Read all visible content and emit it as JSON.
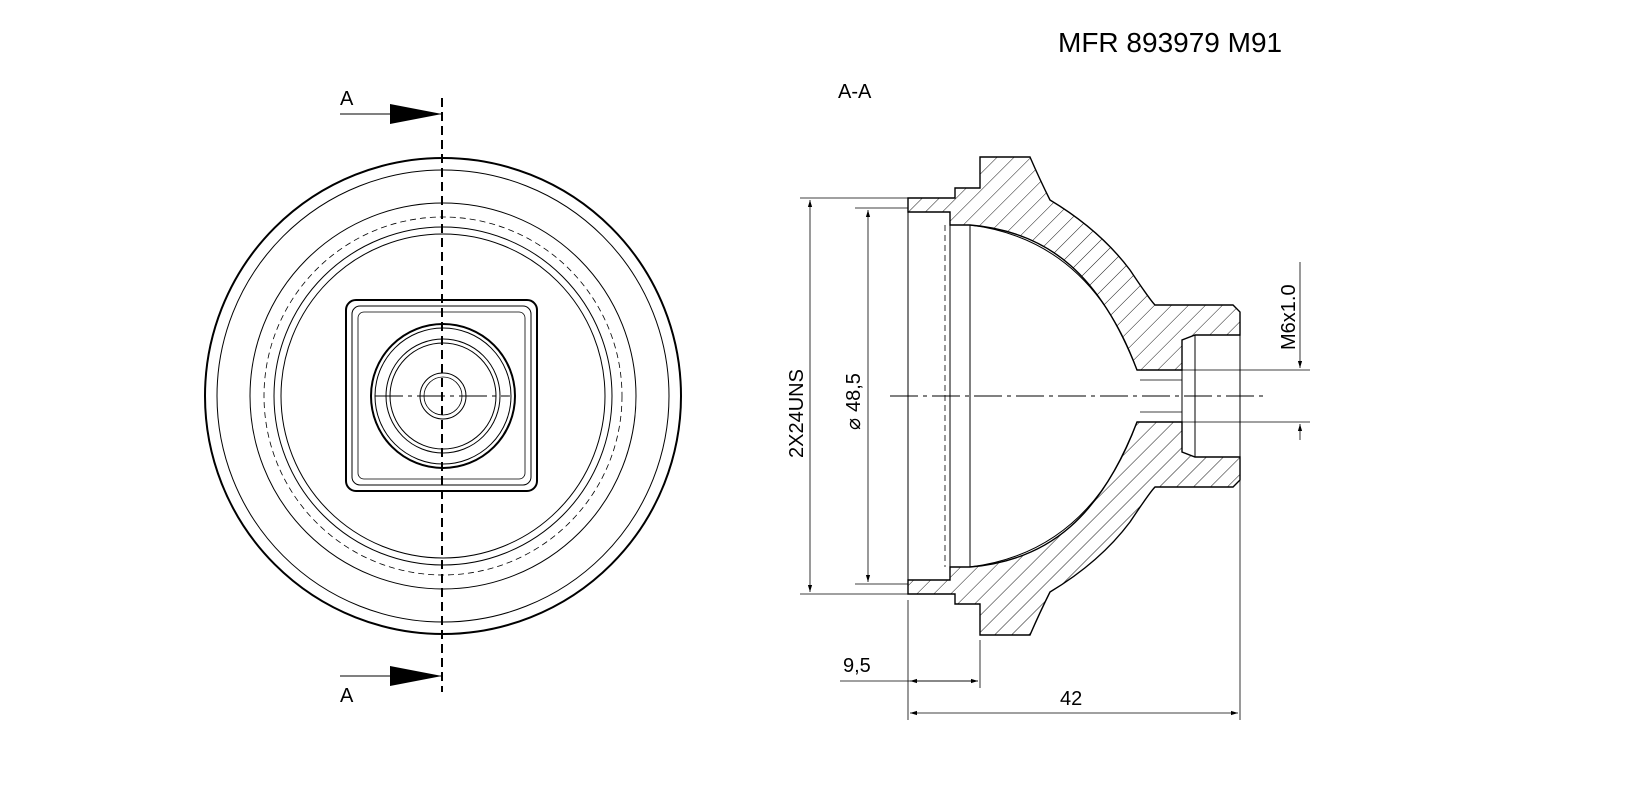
{
  "drawing": {
    "part_number": "MFR 893979 M91",
    "section_label": "A-A",
    "cut_marker_top": "A",
    "cut_marker_bottom": "A",
    "thread_major": "2X24UNS",
    "bore_diameter": "48,5",
    "side_thread": "M6x1.0",
    "flange_depth": "9,5",
    "overall_length": "42"
  }
}
